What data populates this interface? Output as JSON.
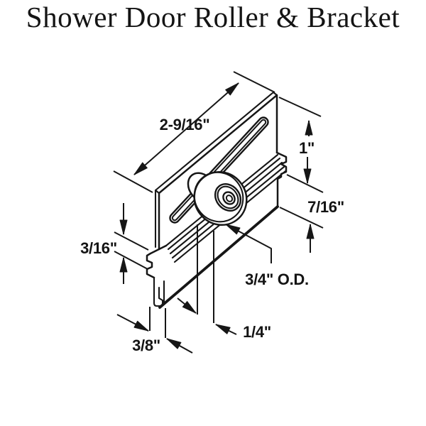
{
  "title": "Shower Door Roller & Bracket",
  "diagram": {
    "description": "Isometric line drawing of a sliding shower door roller and bracket assembly with dimension callouts",
    "labels": {
      "width": "2-9/16\"",
      "height": "1\"",
      "bottom_flange": "7/16\"",
      "left_offset": "3/16\"",
      "roller_diameter": "3/4\" O.D.",
      "channel_width": "1/4\"",
      "leg_width": "3/8\""
    }
  },
  "colors": {
    "ink": "#161616",
    "background": "#ffffff"
  }
}
